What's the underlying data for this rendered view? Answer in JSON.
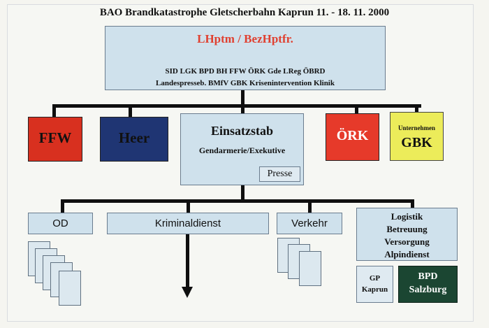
{
  "title": "BAO Brandkatastrophe Gletscherbahn Kaprun 11. - 18. 11. 2000",
  "top_box": {
    "heading": "LHptm / BezHptfr.",
    "line1": "SID  LGK BPD BH  FFW  ÖRK  Gde  LReg ÖBRD",
    "line2": "Landespresseb.  BMfV   GBK  Krisenintervention Klinik"
  },
  "units": {
    "ffw": "FFW",
    "heer": "Heer",
    "ork": "ÖRK",
    "gbk_small": "Unternehmen",
    "gbk": "GBK"
  },
  "einsatz": {
    "title": "Einsatzstab",
    "subtitle": "Gendarmerie/Exekutive",
    "presse": "Presse"
  },
  "lower": {
    "od": "OD",
    "krim": "Kriminaldienst",
    "verkehr": "Verkehr",
    "logistik": [
      "Logistik",
      "Betreuung",
      "Versorgung",
      "Alpindienst"
    ],
    "gp": [
      "GP",
      "Kaprun"
    ],
    "bpd": [
      "BPD",
      "Salzburg"
    ]
  },
  "colors": {
    "ffw": "#d8301f",
    "heer": "#1f3573",
    "ork": "#e63a2a",
    "gbk": "#ecec5a",
    "bpd": "#1b4632",
    "panel": "#cfe1ec"
  }
}
